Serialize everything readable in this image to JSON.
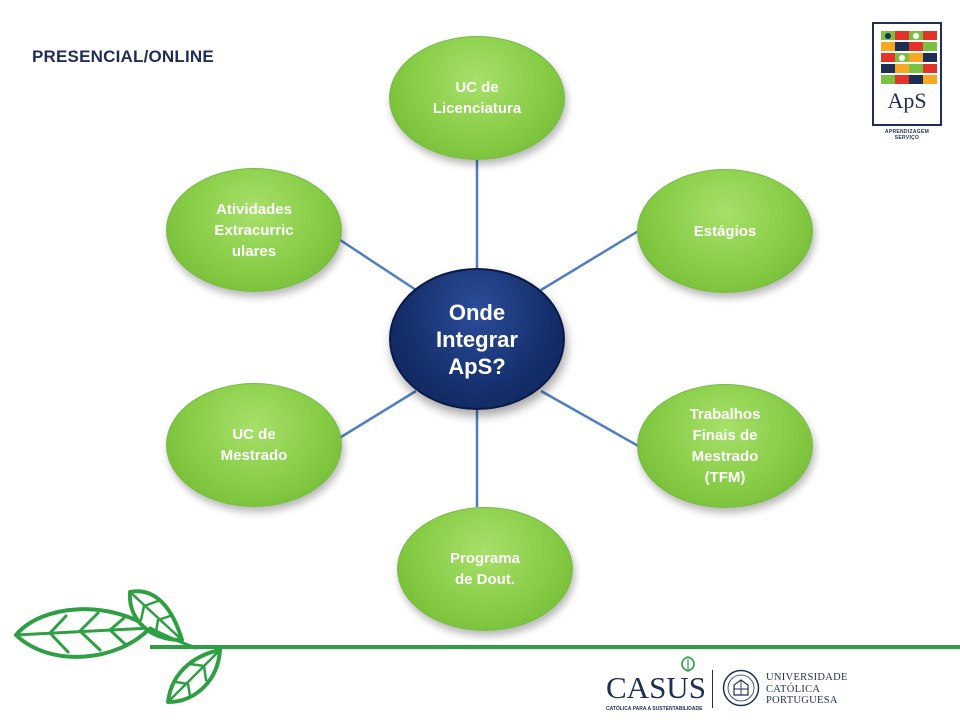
{
  "heading": "PRESENCIAL/ONLINE",
  "center": {
    "lines": [
      "Onde",
      "Integrar",
      "ApS?"
    ]
  },
  "nodes": {
    "licenciatura": [
      "UC de",
      "Licenciatura"
    ],
    "estagios": [
      "Estágios"
    ],
    "tfm": [
      "Trabalhos",
      "Finais de",
      "Mestrado",
      "(TFM)"
    ],
    "doutoramento": [
      "Programa",
      "de Dout."
    ],
    "mestrado": [
      "UC de",
      "Mestrado"
    ],
    "extracurriculares": [
      "Atividades",
      "Extracurric",
      "ulares"
    ]
  },
  "logos": {
    "aps": {
      "word": "ApS",
      "caption": "APRENDIZAGEM SERVIÇO"
    },
    "casus": {
      "word": "CASUS",
      "tagline": "CATÓLICA PARA A SUSTENTABILIDADE"
    },
    "ucp": {
      "lines": [
        "UNIVERSIDADE",
        "CATÓLICA",
        "PORTUGUESA"
      ]
    }
  },
  "colors": {
    "leaf_green": "#86cc45",
    "center_navy": "#16316f",
    "connector_blue": "#4f7fc0",
    "footer_green": "#2ea043",
    "text_navy": "#1f2e55"
  }
}
